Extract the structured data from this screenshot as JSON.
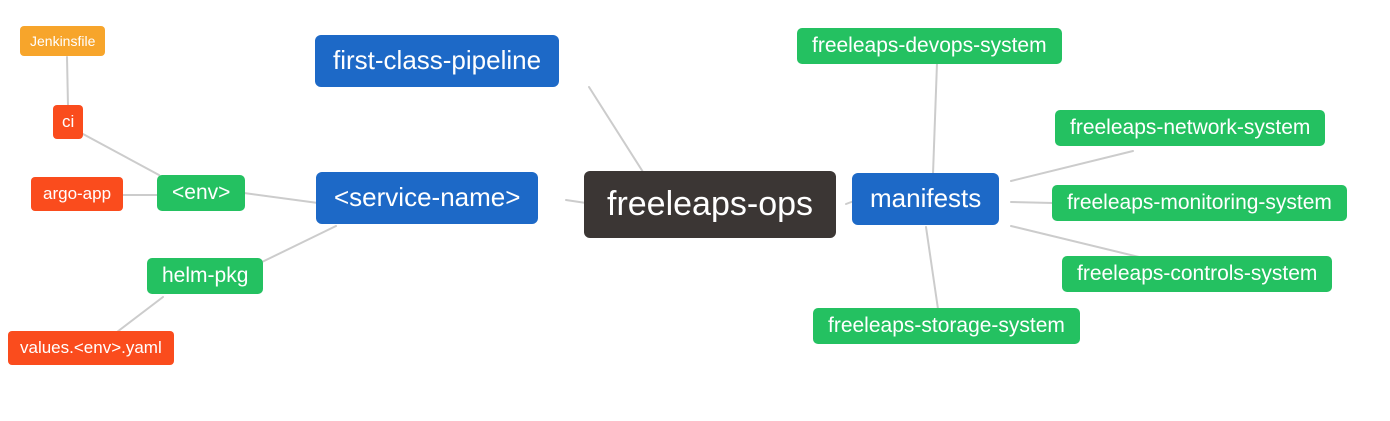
{
  "diagram": {
    "type": "mindmap",
    "background_color": "#ffffff",
    "edge_color": "#cccccc",
    "node_colors": {
      "root": "#3b3634",
      "branch_blue": "#1d69c7",
      "leaf_green": "#24c161",
      "leaf_red": "#fa4c1d",
      "leaf_amber": "#f7a52b",
      "text": "#ffffff"
    },
    "nodes": {
      "root": {
        "label": "freeleaps-ops"
      },
      "first_class_pipeline": {
        "label": "first-class-pipeline"
      },
      "service_name": {
        "label": "<service-name>"
      },
      "manifests": {
        "label": "manifests"
      },
      "env": {
        "label": "<env>"
      },
      "helm_pkg": {
        "label": "helm-pkg"
      },
      "argo_app": {
        "label": "argo-app"
      },
      "ci": {
        "label": "ci"
      },
      "jenkinsfile": {
        "label": "Jenkinsfile"
      },
      "values_env_yaml": {
        "label": "values.<env>.yaml"
      },
      "devops_system": {
        "label": "freeleaps-devops-system"
      },
      "network_system": {
        "label": "freeleaps-network-system"
      },
      "monitoring_system": {
        "label": "freeleaps-monitoring-system"
      },
      "controls_system": {
        "label": "freeleaps-controls-system"
      },
      "storage_system": {
        "label": "freeleaps-storage-system"
      }
    },
    "edges": [
      "jenkinsfile - ci",
      "ci - env",
      "argo_app - env",
      "env - service_name",
      "helm_pkg - service_name",
      "values_env_yaml - helm_pkg",
      "service_name - root",
      "first_class_pipeline - root",
      "root - manifests",
      "manifests - devops_system",
      "manifests - network_system",
      "manifests - monitoring_system",
      "manifests - controls_system",
      "manifests - storage_system"
    ]
  }
}
